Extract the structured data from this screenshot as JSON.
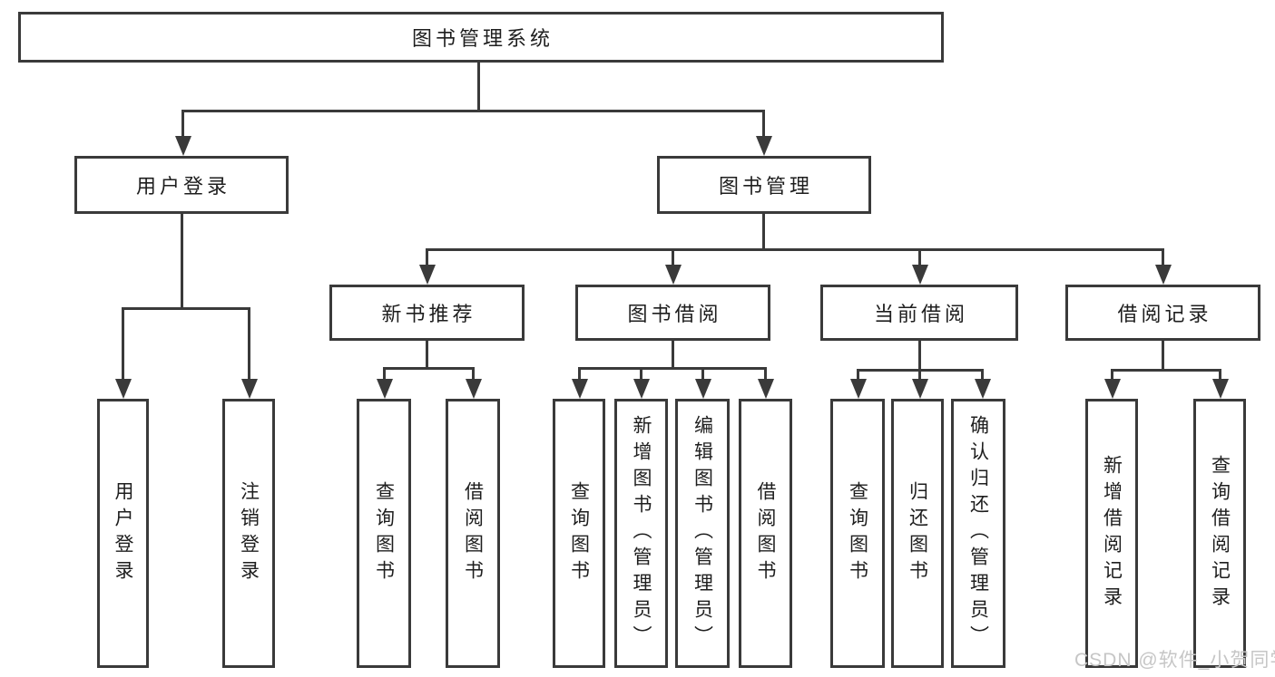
{
  "diagram": {
    "root": {
      "label": "图书管理系统"
    },
    "level2": [
      {
        "id": "user-login",
        "label": "用户登录"
      },
      {
        "id": "book-management",
        "label": "图书管理"
      }
    ],
    "level3": [
      {
        "id": "new-book-recommend",
        "label": "新书推荐"
      },
      {
        "id": "book-borrowing",
        "label": "图书借阅"
      },
      {
        "id": "current-borrowing",
        "label": "当前借阅"
      },
      {
        "id": "borrowing-records",
        "label": "借阅记录"
      }
    ],
    "leaves": [
      {
        "group": "user-login",
        "label": "用户登录"
      },
      {
        "group": "user-login",
        "label": "注销登录"
      },
      {
        "group": "new-book-recommend",
        "label": "查询图书"
      },
      {
        "group": "new-book-recommend",
        "label": "借阅图书"
      },
      {
        "group": "book-borrowing",
        "label": "查询图书"
      },
      {
        "group": "book-borrowing",
        "label": "新增图书（管理员）"
      },
      {
        "group": "book-borrowing",
        "label": "编辑图书（管理员）"
      },
      {
        "group": "book-borrowing",
        "label": "借阅图书"
      },
      {
        "group": "current-borrowing",
        "label": "查询图书"
      },
      {
        "group": "current-borrowing",
        "label": "归还图书"
      },
      {
        "group": "current-borrowing",
        "label": "确认归还（管理员）"
      },
      {
        "group": "borrowing-records",
        "label": "新增借阅记录"
      },
      {
        "group": "borrowing-records",
        "label": "查询借阅记录"
      }
    ]
  },
  "colors": {
    "line": "#3a3a3a",
    "text": "#1e1e1e",
    "background": "#ffffff",
    "watermark": "#c6c6c6"
  },
  "watermark": {
    "text": "CSDN @软件_小贺同学"
  }
}
